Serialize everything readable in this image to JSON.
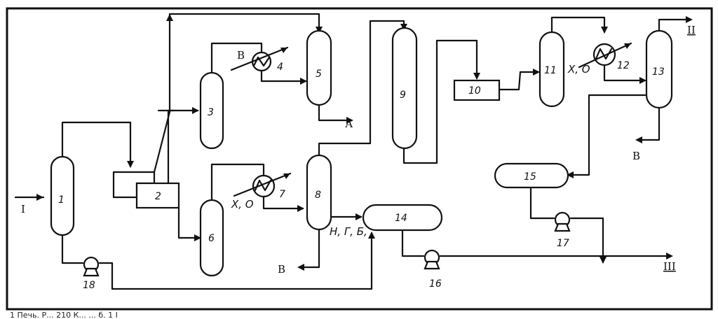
{
  "equipment": {
    "e1": "1",
    "e2": "2",
    "e3": "3",
    "e4": "4",
    "e5": "5",
    "e6": "6",
    "e7": "7",
    "e8": "8",
    "e9": "9",
    "e10": "10",
    "e11": "11",
    "e12": "12",
    "e13": "13",
    "e14": "14",
    "e15": "15",
    "e16": "16",
    "e17": "17",
    "e18": "18"
  },
  "streams": {
    "feed_in": "I",
    "out_II": "II",
    "out_III": "III",
    "a_out": "А",
    "b_out_13": "В",
    "b_out_8": "В",
    "b_in_4": "В",
    "xa_7": "Х, О",
    "xa_12": "Х, О",
    "nge": "Н, Г, Б,"
  },
  "caption": "1 Печь. Р... 210 К... ... б. 1 I"
}
